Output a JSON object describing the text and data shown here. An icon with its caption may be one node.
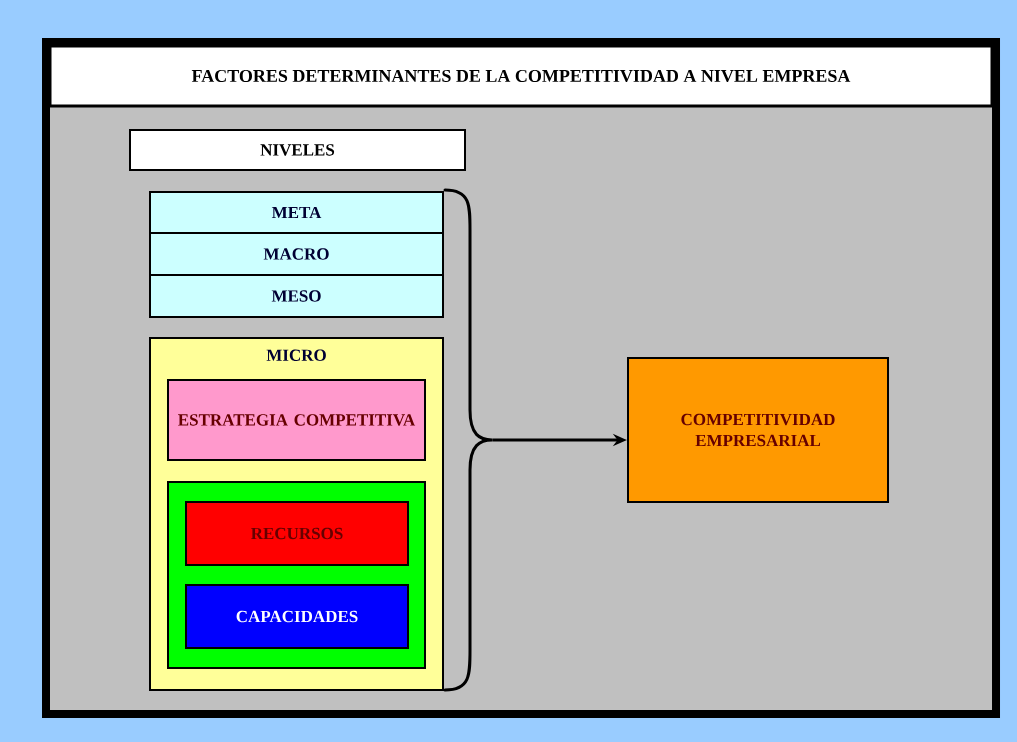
{
  "diagram": {
    "title": "FACTORES DETERMINANTES DE LA COMPETITIVIDAD A NIVEL EMPRESA",
    "nodes": [
      {
        "text": [
          "NIVELES"
        ]
      },
      {
        "text": [
          "META"
        ]
      },
      {
        "text": [
          "MACRO"
        ]
      },
      {
        "text": [
          "MESO"
        ]
      },
      {
        "text": [
          "MICRO"
        ]
      },
      {
        "text": [
          "ESTRATEGIA COMPETITIVA"
        ],
        "in": 4
      },
      {
        "text": [],
        "shape": "box",
        "in": 4
      },
      {
        "text": [
          "RECURSOS"
        ],
        "in": 6
      },
      {
        "text": [
          "CAPACIDADES"
        ],
        "in": 6
      },
      {
        "text": [
          "COMPETITIVIDAD EMPRESARIAL"
        ]
      },
      {
        "text": [],
        "shape": "brace"
      }
    ],
    "edges": [
      {
        "from": 10,
        "to": 9,
        "arrow": "to"
      }
    ]
  }
}
